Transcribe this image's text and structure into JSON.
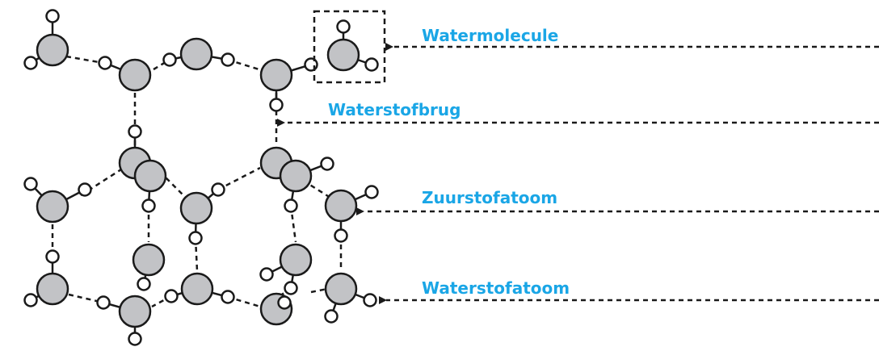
{
  "labels": {
    "water_molecule": "Watermolecule",
    "hydrogen_bond": "Waterstofbrug",
    "oxygen_atom": "Zuurstofatoom",
    "hydrogen_atom": "Waterstofatoom"
  },
  "colors": {
    "label": "#1aa6e6",
    "oxygen_fill": "#c2c3c6",
    "stroke": "#1a1a1a",
    "hydrogen_fill": "#ffffff"
  }
}
